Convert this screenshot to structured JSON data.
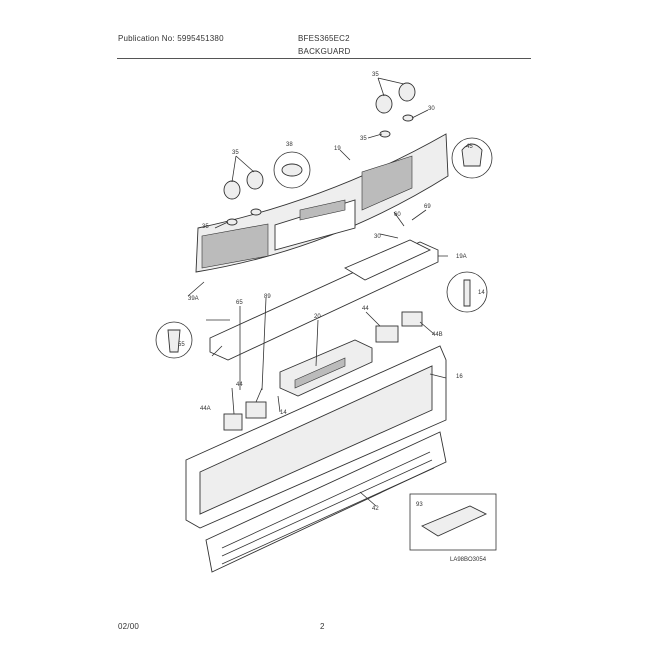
{
  "header": {
    "publication": "Publication No: 5995451380",
    "model": "BFES365EC2",
    "section": "BACKGUARD"
  },
  "footer": {
    "date": "02/00",
    "page": "2"
  },
  "image_code": "LA98BO3054",
  "callouts": [
    "35",
    "30",
    "35",
    "38",
    "19",
    "45",
    "35",
    "60",
    "69",
    "30",
    "19A",
    "35",
    "39A",
    "89",
    "65",
    "20",
    "14",
    "44",
    "44B",
    "55",
    "44",
    "44A",
    "14",
    "16",
    "42",
    "93"
  ]
}
